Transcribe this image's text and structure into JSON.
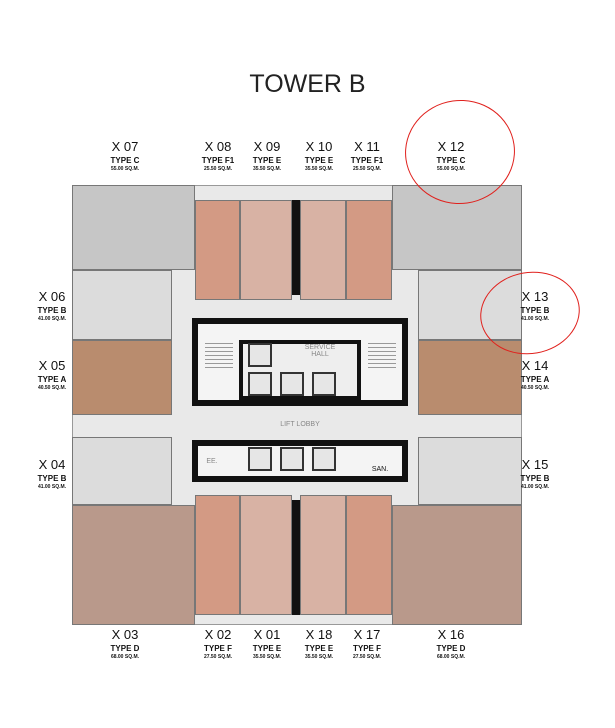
{
  "title": "TOWER B",
  "units_top": [
    {
      "id": "X 07",
      "type": "TYPE C",
      "area": "55.00 SQ.M."
    },
    {
      "id": "X 08",
      "type": "TYPE F1",
      "area": "25.50 SQ.M."
    },
    {
      "id": "X 09",
      "type": "TYPE E",
      "area": "35.50 SQ.M."
    },
    {
      "id": "X 10",
      "type": "TYPE E",
      "area": "35.50 SQ.M."
    },
    {
      "id": "X 11",
      "type": "TYPE F1",
      "area": "25.50 SQ.M."
    },
    {
      "id": "X 12",
      "type": "TYPE C",
      "area": "55.00 SQ.M."
    }
  ],
  "units_left": [
    {
      "id": "X 06",
      "type": "TYPE B",
      "area": "41.00 SQ.M."
    },
    {
      "id": "X 05",
      "type": "TYPE A",
      "area": "40.50 SQ.M."
    },
    {
      "id": "X 04",
      "type": "TYPE B",
      "area": "41.00 SQ.M."
    }
  ],
  "units_right": [
    {
      "id": "X 13",
      "type": "TYPE B",
      "area": "41.00 SQ.M."
    },
    {
      "id": "X 14",
      "type": "TYPE A",
      "area": "40.50 SQ.M."
    },
    {
      "id": "X 15",
      "type": "TYPE B",
      "area": "41.00 SQ.M."
    }
  ],
  "units_bottom": [
    {
      "id": "X 03",
      "type": "TYPE D",
      "area": "68.00 SQ.M."
    },
    {
      "id": "X 02",
      "type": "TYPE F",
      "area": "27.50 SQ.M."
    },
    {
      "id": "X 01",
      "type": "TYPE E",
      "area": "35.50 SQ.M."
    },
    {
      "id": "X 18",
      "type": "TYPE E",
      "area": "35.50 SQ.M."
    },
    {
      "id": "X 17",
      "type": "TYPE F",
      "area": "27.50 SQ.M."
    },
    {
      "id": "X 16",
      "type": "TYPE D",
      "area": "68.00 SQ.M."
    }
  ],
  "core": {
    "service_hall": "SERVICE HALL",
    "lift_lobby": "LIFT LOBBY",
    "ee": "EE.",
    "san": "SAN."
  },
  "annotation_color": "#e0201c"
}
